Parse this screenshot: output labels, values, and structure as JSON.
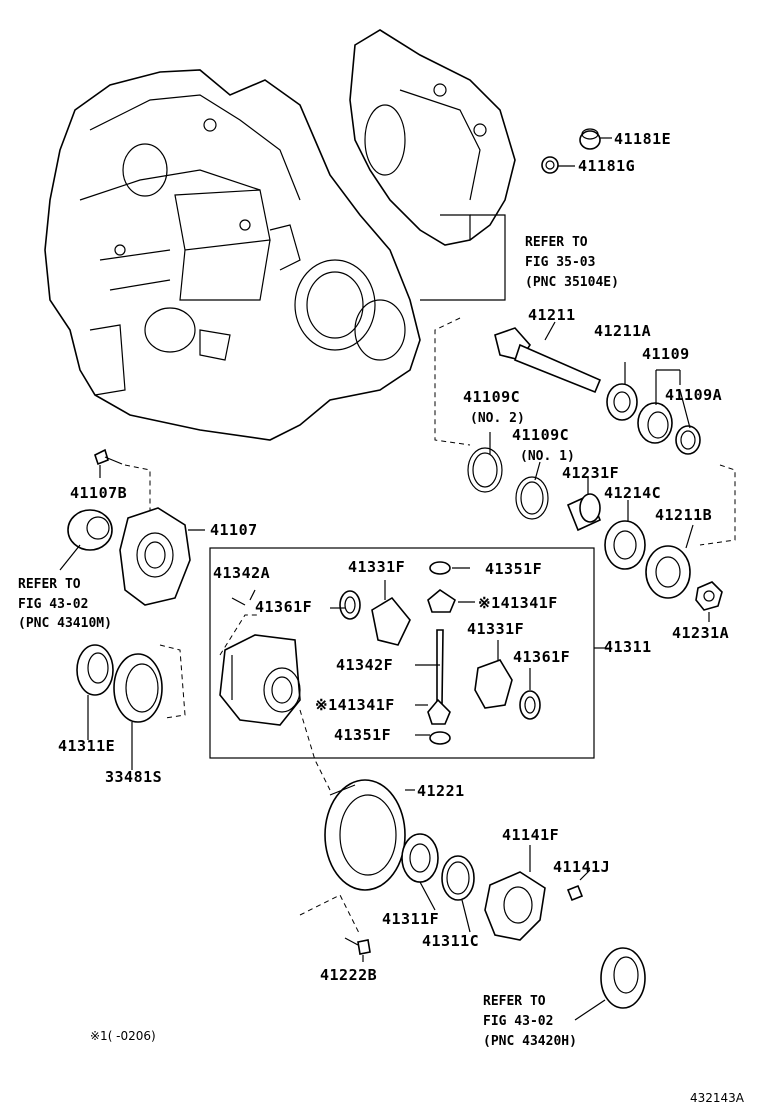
{
  "labels": {
    "p41181E": "41181E",
    "p41181G": "41181G",
    "refer1_l1": "REFER TO",
    "refer1_l2": "FIG 35-03",
    "refer1_l3": "(PNC 35104E)",
    "p41211": "41211",
    "p41211A": "41211A",
    "p41109": "41109",
    "p41109A": "41109A",
    "p41109C_top": "41109C",
    "no2": "(NO. 2)",
    "p41109C_b": "41109C",
    "no1": "(NO. 1)",
    "p41231F": "41231F",
    "p41214C": "41214C",
    "p41211B": "41211B",
    "p41231A": "41231A",
    "p41107B": "41107B",
    "p41107": "41107",
    "refer2_l1": "REFER TO",
    "refer2_l2": "FIG 43-02",
    "refer2_l3": "(PNC 43410M)",
    "p41342A": "41342A",
    "p41331F_a": "41331F",
    "p41351F_a": "41351F",
    "p41361F_a": "41361F",
    "p41341F_a": "※141341F",
    "p41311": "41311",
    "p41331F_b": "41331F",
    "p41342F": "41342F",
    "p41361F_b": "41361F",
    "p41341F_b": "※141341F",
    "p41351F_b": "41351F",
    "p41311E": "41311E",
    "p33481S": "33481S",
    "p41221": "41221",
    "p41141F": "41141F",
    "p41141J": "41141J",
    "p41311F": "41311F",
    "p41311C": "41311C",
    "p41222B": "41222B",
    "refer3_l1": "REFER TO",
    "refer3_l2": "FIG 43-02",
    "refer3_l3": "(PNC 43420H)",
    "footnote": "※1(     -0206)",
    "fig_id": "432143A"
  }
}
